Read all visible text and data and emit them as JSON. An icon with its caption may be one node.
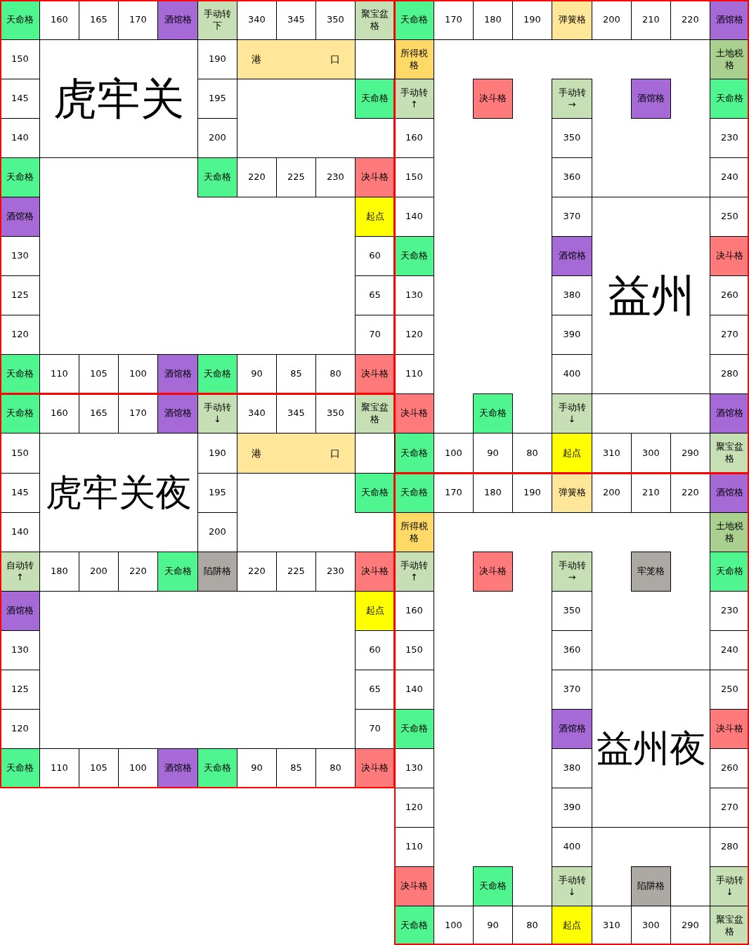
{
  "diagram": {
    "nodes": [
      {
        "text": [
          "天命格"
        ]
      },
      {
        "text": [
          "160"
        ]
      },
      {
        "text": [
          "165"
        ]
      },
      {
        "text": [
          "170"
        ]
      },
      {
        "text": [
          "酒馆格"
        ]
      },
      {
        "text": [
          "手动转下"
        ]
      },
      {
        "text": [
          "340"
        ]
      },
      {
        "text": [
          "345"
        ]
      },
      {
        "text": [
          "350"
        ]
      },
      {
        "text": [
          "聚宝盆格"
        ]
      },
      {
        "text": [
          "150"
        ]
      },
      {
        "text": [
          "虎牢关"
        ]
      },
      {
        "text": [
          "190"
        ]
      },
      {
        "text": [
          "港口"
        ]
      },
      {
        "text": [],
        "shape": "box"
      },
      {
        "text": [
          "145"
        ]
      },
      {
        "text": [
          "195"
        ]
      },
      {
        "text": [
          "天命格"
        ]
      },
      {
        "text": [
          "140"
        ]
      },
      {
        "text": [
          "200"
        ]
      },
      {
        "text": [
          "天命格"
        ]
      },
      {
        "text": [
          "天命格"
        ]
      },
      {
        "text": [
          "220"
        ]
      },
      {
        "text": [
          "225"
        ]
      },
      {
        "text": [
          "230"
        ]
      },
      {
        "text": [
          "决斗格"
        ]
      },
      {
        "text": [
          "酒馆格"
        ]
      },
      {
        "text": [
          "起点"
        ]
      },
      {
        "text": [
          "130"
        ]
      },
      {
        "text": [
          "60"
        ]
      },
      {
        "text": [
          "125"
        ]
      },
      {
        "text": [
          "65"
        ]
      },
      {
        "text": [
          "120"
        ]
      },
      {
        "text": [
          "70"
        ]
      },
      {
        "text": [
          "天命格"
        ]
      },
      {
        "text": [
          "110"
        ]
      },
      {
        "text": [
          "105"
        ]
      },
      {
        "text": [
          "100"
        ]
      },
      {
        "text": [
          "酒馆格"
        ]
      },
      {
        "text": [
          "天命格"
        ]
      },
      {
        "text": [
          "90"
        ]
      },
      {
        "text": [
          "85"
        ]
      },
      {
        "text": [
          "80"
        ]
      },
      {
        "text": [
          "决斗格"
        ]
      },
      {
        "text": [
          "天命格"
        ]
      },
      {
        "text": [
          "170"
        ]
      },
      {
        "text": [
          "180"
        ]
      },
      {
        "text": [
          "190"
        ]
      },
      {
        "text": [
          "弹簧格"
        ]
      },
      {
        "text": [
          "200"
        ]
      },
      {
        "text": [
          "210"
        ]
      },
      {
        "text": [
          "220"
        ]
      },
      {
        "text": [
          "酒馆格"
        ]
      },
      {
        "text": [
          "所得税格"
        ]
      },
      {
        "text": [
          "土地税格"
        ]
      },
      {
        "text": [
          "手动转↑"
        ]
      },
      {
        "text": [
          "决斗格"
        ]
      },
      {
        "text": [
          "手动转→"
        ]
      },
      {
        "text": [
          "酒馆格"
        ]
      },
      {
        "text": [
          "天命格"
        ]
      },
      {
        "text": [
          "160"
        ]
      },
      {
        "text": [
          "350"
        ]
      },
      {
        "text": [
          "230"
        ]
      },
      {
        "text": [
          "150"
        ]
      },
      {
        "text": [
          "360"
        ]
      },
      {
        "text": [
          "240"
        ]
      },
      {
        "text": [
          "140"
        ]
      },
      {
        "text": [
          "370"
        ]
      },
      {
        "text": [
          "益州"
        ]
      },
      {
        "text": [
          "250"
        ]
      },
      {
        "text": [
          "天命格"
        ]
      },
      {
        "text": [
          "酒馆格"
        ]
      },
      {
        "text": [
          "决斗格"
        ]
      },
      {
        "text": [
          "130"
        ]
      },
      {
        "text": [
          "380"
        ]
      },
      {
        "text": [
          "260"
        ]
      },
      {
        "text": [
          "120"
        ]
      },
      {
        "text": [
          "390"
        ]
      },
      {
        "text": [
          "270"
        ]
      },
      {
        "text": [
          "110"
        ]
      },
      {
        "text": [
          "400"
        ]
      },
      {
        "text": [
          "280"
        ]
      },
      {
        "text": [
          "决斗格"
        ]
      },
      {
        "text": [
          "天命格"
        ]
      },
      {
        "text": [
          "手动转↓"
        ]
      },
      {
        "text": [
          "酒馆格"
        ]
      },
      {
        "text": [
          "天命格"
        ]
      },
      {
        "text": [
          "100"
        ]
      },
      {
        "text": [
          "90"
        ]
      },
      {
        "text": [
          "80"
        ]
      },
      {
        "text": [
          "起点"
        ]
      },
      {
        "text": [
          "310"
        ]
      },
      {
        "text": [
          "300"
        ]
      },
      {
        "text": [
          "290"
        ]
      },
      {
        "text": [
          "聚宝盆格"
        ]
      },
      {
        "text": [
          "天命格"
        ]
      },
      {
        "text": [
          "160"
        ]
      },
      {
        "text": [
          "165"
        ]
      },
      {
        "text": [
          "170"
        ]
      },
      {
        "text": [
          "酒馆格"
        ]
      },
      {
        "text": [
          "手动转↓"
        ]
      },
      {
        "text": [
          "340"
        ]
      },
      {
        "text": [
          "345"
        ]
      },
      {
        "text": [
          "350"
        ]
      },
      {
        "text": [
          "聚宝盆格"
        ]
      },
      {
        "text": [
          "150"
        ]
      },
      {
        "text": [
          "虎牢关夜"
        ]
      },
      {
        "text": [
          "190"
        ]
      },
      {
        "text": [
          "港口"
        ]
      },
      {
        "text": [],
        "shape": "box"
      },
      {
        "text": [
          "145"
        ]
      },
      {
        "text": [
          "195"
        ]
      },
      {
        "text": [
          "天命格"
        ]
      },
      {
        "text": [
          "140"
        ]
      },
      {
        "text": [
          "200"
        ]
      },
      {
        "text": [
          "自动转↑"
        ]
      },
      {
        "text": [
          "180"
        ]
      },
      {
        "text": [
          "200"
        ]
      },
      {
        "text": [
          "220"
        ]
      },
      {
        "text": [
          "天命格"
        ]
      },
      {
        "text": [
          "陷阱格"
        ]
      },
      {
        "text": [
          "220"
        ]
      },
      {
        "text": [
          "225"
        ]
      },
      {
        "text": [
          "230"
        ]
      },
      {
        "text": [
          "决斗格"
        ]
      },
      {
        "text": [
          "酒馆格"
        ]
      },
      {
        "text": [
          "起点"
        ]
      },
      {
        "text": [
          "130"
        ]
      },
      {
        "text": [
          "60"
        ]
      },
      {
        "text": [
          "125"
        ]
      },
      {
        "text": [
          "65"
        ]
      },
      {
        "text": [
          "120"
        ]
      },
      {
        "text": [
          "70"
        ]
      },
      {
        "text": [
          "天命格"
        ]
      },
      {
        "text": [
          "110"
        ]
      },
      {
        "text": [
          "105"
        ]
      },
      {
        "text": [
          "100"
        ]
      },
      {
        "text": [
          "酒馆格"
        ]
      },
      {
        "text": [
          "天命格"
        ]
      },
      {
        "text": [
          "90"
        ]
      },
      {
        "text": [
          "85"
        ]
      },
      {
        "text": [
          "80"
        ]
      },
      {
        "text": [
          "决斗格"
        ]
      },
      {
        "text": [
          "天命格"
        ]
      },
      {
        "text": [
          "170"
        ]
      },
      {
        "text": [
          "180"
        ]
      },
      {
        "text": [
          "190"
        ]
      },
      {
        "text": [
          "弹簧格"
        ]
      },
      {
        "text": [
          "200"
        ]
      },
      {
        "text": [
          "210"
        ]
      },
      {
        "text": [
          "220"
        ]
      },
      {
        "text": [
          "酒馆格"
        ]
      },
      {
        "text": [
          "所得税格"
        ]
      },
      {
        "text": [
          "土地税格"
        ]
      },
      {
        "text": [
          "手动转↑"
        ]
      },
      {
        "text": [
          "决斗格"
        ]
      },
      {
        "text": [
          "手动转→"
        ]
      },
      {
        "text": [
          "牢笼格"
        ]
      },
      {
        "text": [
          "天命格"
        ]
      },
      {
        "text": [
          "160"
        ]
      },
      {
        "text": [
          "350"
        ]
      },
      {
        "text": [
          "230"
        ]
      },
      {
        "text": [
          "150"
        ]
      },
      {
        "text": [
          "360"
        ]
      },
      {
        "text": [
          "240"
        ]
      },
      {
        "text": [
          "140"
        ]
      },
      {
        "text": [
          "370"
        ]
      },
      {
        "text": [
          "益州夜"
        ]
      },
      {
        "text": [
          "250"
        ]
      },
      {
        "text": [
          "天命格"
        ]
      },
      {
        "text": [
          "酒馆格"
        ]
      },
      {
        "text": [
          "决斗格"
        ]
      },
      {
        "text": [
          "130"
        ]
      },
      {
        "text": [
          "380"
        ]
      },
      {
        "text": [
          "260"
        ]
      },
      {
        "text": [
          "120"
        ]
      },
      {
        "text": [
          "390"
        ]
      },
      {
        "text": [
          "270"
        ]
      },
      {
        "text": [
          "110"
        ]
      },
      {
        "text": [
          "400"
        ]
      },
      {
        "text": [
          "280"
        ]
      },
      {
        "text": [
          "决斗格"
        ]
      },
      {
        "text": [
          "天命格"
        ]
      },
      {
        "text": [
          "手动转↓"
        ]
      },
      {
        "text": [
          "陷阱格"
        ]
      },
      {
        "text": [
          "手动转↓"
        ]
      },
      {
        "text": [
          "天命格"
        ]
      },
      {
        "text": [
          "100"
        ]
      },
      {
        "text": [
          "90"
        ]
      },
      {
        "text": [
          "80"
        ]
      },
      {
        "text": [
          "起点"
        ]
      },
      {
        "text": [
          "310"
        ]
      },
      {
        "text": [
          "300"
        ]
      },
      {
        "text": [
          "290"
        ]
      },
      {
        "text": [
          "聚宝盆格"
        ]
      }
    ]
  }
}
